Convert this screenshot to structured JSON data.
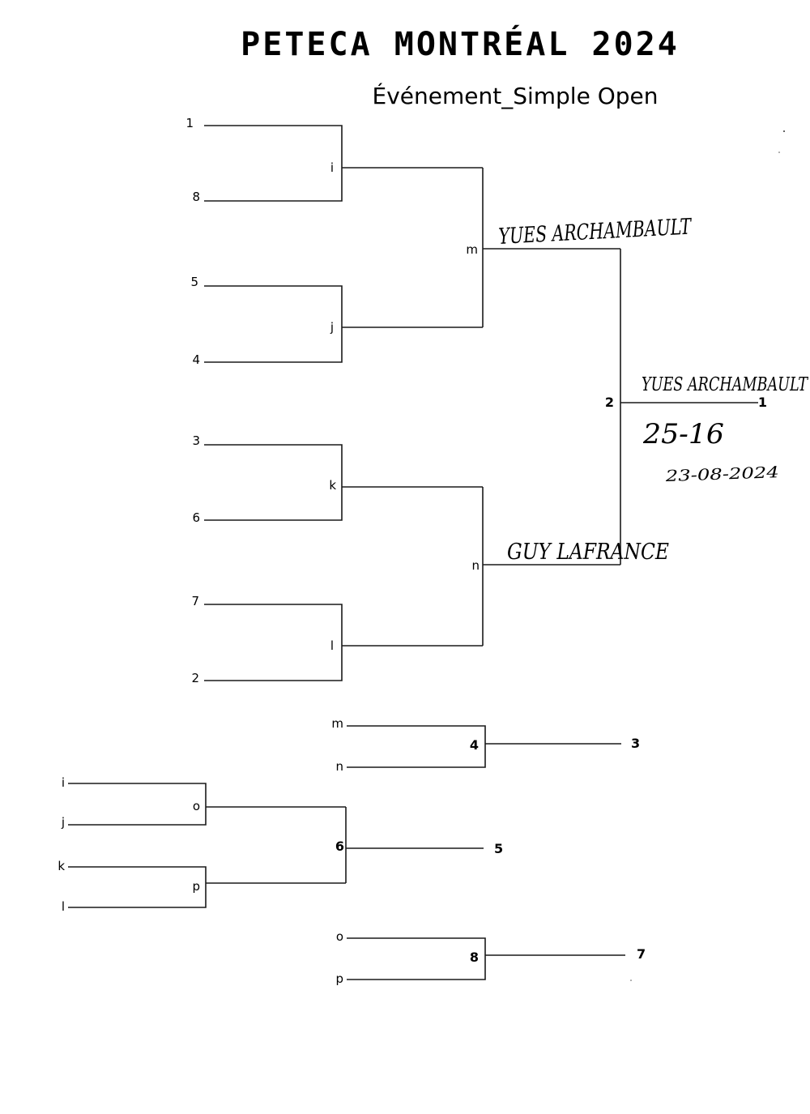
{
  "header": {
    "title": "PETECA MONTRÉAL 2024",
    "subtitle": "Événement_Simple Open"
  },
  "main_bracket": {
    "seeds": [
      "1",
      "8",
      "5",
      "4",
      "3",
      "6",
      "7",
      "2"
    ],
    "round1_matches": [
      "i",
      "j",
      "k",
      "l"
    ],
    "semifinal_matches": [
      "m",
      "n"
    ],
    "final_match": "2",
    "winner_rank": "1"
  },
  "third_place": {
    "inputs": [
      "m",
      "n"
    ],
    "match": "4",
    "result_rank": "3"
  },
  "consolation": {
    "inputs": [
      "i",
      "j",
      "k",
      "l"
    ],
    "round_matches": [
      "o",
      "p"
    ],
    "match": "6",
    "result_rank": "5"
  },
  "seventh_place": {
    "inputs": [
      "o",
      "p"
    ],
    "match": "8",
    "result_rank": "7"
  },
  "handwritten": {
    "semifinal_m_winner": "YUES ARCHAMBAULT",
    "semifinal_n_winner": "GUY LAFRANCE",
    "champion": "YUES ARCHAMBAULT",
    "final_score": "25-16",
    "date": "23-08-2024"
  }
}
